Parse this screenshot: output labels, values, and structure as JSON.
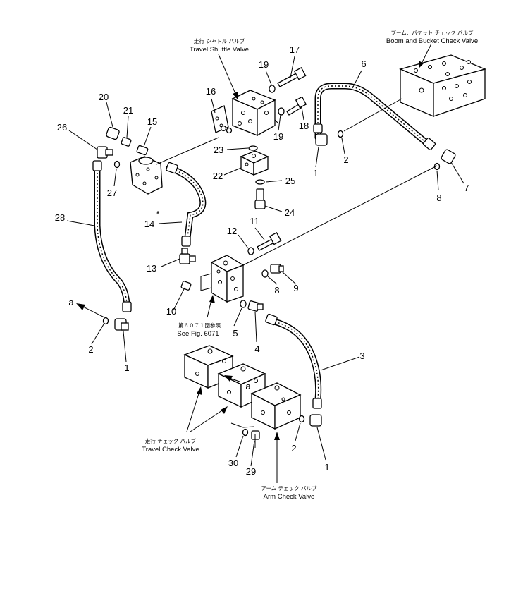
{
  "captions": {
    "travel_shuttle_jp": "走行 シャトル バルブ",
    "travel_shuttle_en": "Travel Shuttle Valve",
    "boom_bucket_jp": "ブーム、バケット チェック バルブ",
    "boom_bucket_en": "Boom and Bucket Check Valve",
    "see_fig_jp": "第６０７１図参照",
    "see_fig_en": "See Fig. 6071",
    "travel_check_jp": "走行 チェック バルブ",
    "travel_check_en": "Travel Check Valve",
    "arm_check_jp": "アーム チェック バルブ",
    "arm_check_en": "Arm Check Valve"
  },
  "callouts": {
    "n1": "1",
    "n1b": "1",
    "n1c": "1",
    "n2": "2",
    "n2b": "2",
    "n2c": "2",
    "n3": "3",
    "n4": "4",
    "n5": "5",
    "n6": "6",
    "n7": "7",
    "n8": "8",
    "n8b": "8",
    "n9": "9",
    "n10": "10",
    "n11": "11",
    "n12": "12",
    "n13": "13",
    "n14": "14",
    "n15": "15",
    "n16": "16",
    "n17": "17",
    "n18": "18",
    "n19": "19",
    "n19b": "19",
    "n20": "20",
    "n21": "21",
    "n22": "22",
    "n23": "23",
    "n24": "24",
    "n25": "25",
    "n26": "26",
    "n27": "27",
    "n28": "28",
    "n29": "29",
    "n30": "30",
    "star": "*",
    "ref_a": "a",
    "ref_a2": "a"
  }
}
